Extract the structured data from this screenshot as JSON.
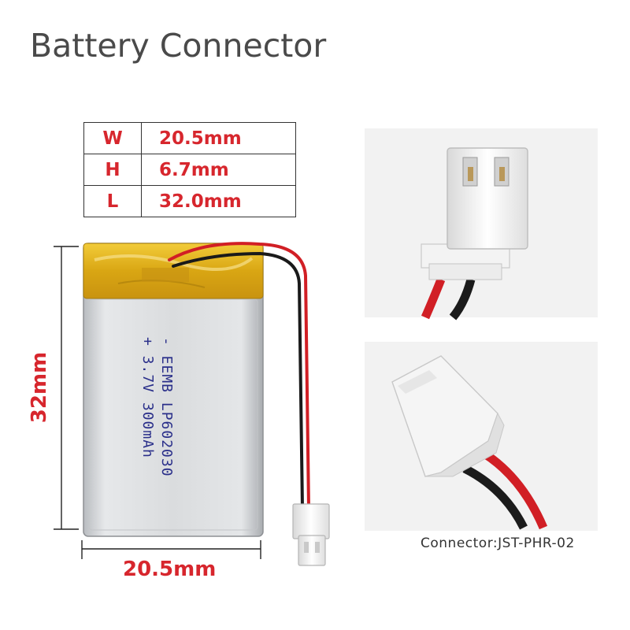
{
  "title": "Battery Connector",
  "dimensions": [
    {
      "key": "W",
      "value": "20.5mm"
    },
    {
      "key": "H",
      "value": "6.7mm"
    },
    {
      "key": "L",
      "value": "32.0mm"
    }
  ],
  "height_label": "32mm",
  "width_label": "20.5mm",
  "cell_print": {
    "line1": "- EEMB LP602030",
    "line2": "+ 3.7V 300mAh"
  },
  "connector_caption": "Connector:JST-PHR-02",
  "colors": {
    "accent_red": "#d7262d",
    "title_gray": "#4a4a4a",
    "kapton": "#e3b21c"
  }
}
